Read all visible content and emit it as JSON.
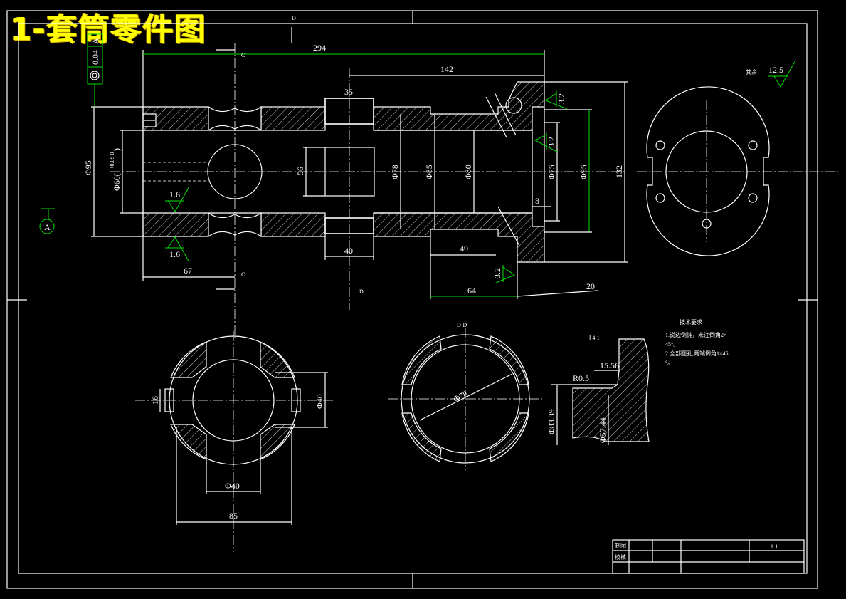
{
  "title": "1-套筒零件图",
  "dims": {
    "d294": "294",
    "d142": "142",
    "d35": "35",
    "d40": "40",
    "d49": "49",
    "d64": "64",
    "d20": "20",
    "d67": "67",
    "d8": "8",
    "phi95_left": "Φ95",
    "phi60": "Φ60(",
    "phi60_tol": "+0.05 0",
    "phi60_close": ")",
    "d56": "56",
    "phi78": "Φ78",
    "phi85": "Φ85",
    "phi80": "Φ80",
    "phi75": "Φ75",
    "phi95_right": "Φ95",
    "d132": "132",
    "d16": "16",
    "phi40_side": "Φ40",
    "phi40_bottom": "Φ40",
    "d85": "85",
    "phi_section": "Φ78",
    "r05": "R0.5",
    "d1556": "15.56",
    "phi8339": "Φ83.39",
    "phi5744": "Φ57.44"
  },
  "roughness": {
    "r16_top": "1.6",
    "r16_bottom": "1.6",
    "r32_a": "3.2",
    "r32_b": "3.2",
    "r32_c": "3.2",
    "r125": "12.5",
    "rest_label": "其余"
  },
  "tolerance": {
    "value": "0.04",
    "datum": "A",
    "symbol": "◎",
    "datum_marker": "A"
  },
  "section_labels": {
    "c_top": "C",
    "c_bottom": "C",
    "d_top": "D",
    "d_bottom": "D",
    "dd_title": "D-D",
    "detail_title": "Ⅰ 4:1"
  },
  "tech_notes": {
    "heading": "技术要求",
    "line1": "1.锐边倒钝，未注倒角2×",
    "line2": "45°。",
    "line3": "2.全部圆孔,两端倒角1×45",
    "line4": "°。"
  },
  "title_block": {
    "drawn": "制图",
    "checked": "校核",
    "scale": "1:1"
  }
}
